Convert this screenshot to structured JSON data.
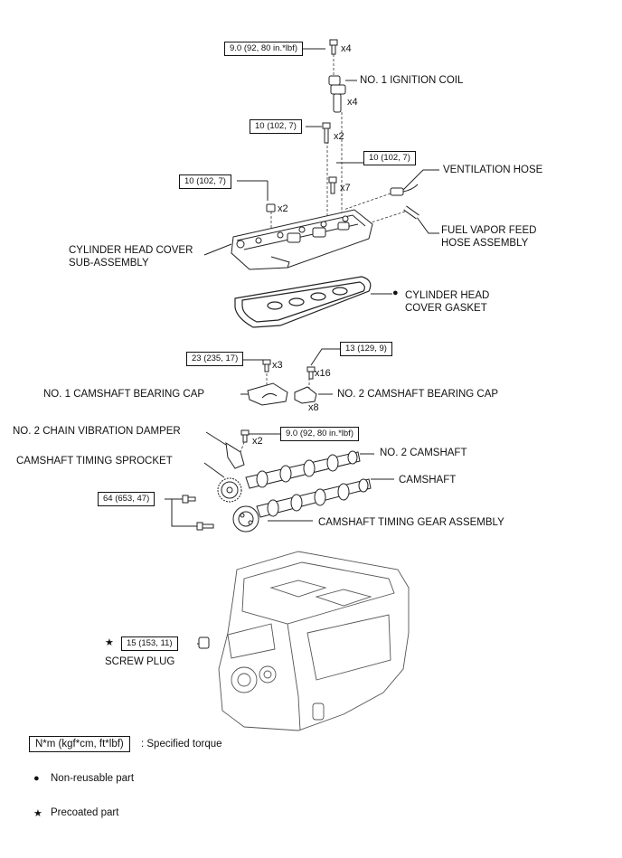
{
  "parts": {
    "ignition_coil": "NO. 1 IGNITION COIL",
    "ventilation_hose": "VENTILATION HOSE",
    "fuel_vapor_hose": "FUEL VAPOR FEED\nHOSE ASSEMBLY",
    "cylinder_head_cover": "CYLINDER HEAD COVER\nSUB-ASSEMBLY",
    "cover_gasket": "CYLINDER HEAD\nCOVER GASKET",
    "bearing_cap_1": "NO. 1 CAMSHAFT BEARING CAP",
    "bearing_cap_2": "NO. 2 CAMSHAFT BEARING CAP",
    "chain_damper": "NO. 2 CHAIN VIBRATION DAMPER",
    "no2_camshaft": "NO. 2 CAMSHAFT",
    "timing_sprocket": "CAMSHAFT TIMING SPROCKET",
    "camshaft": "CAMSHAFT",
    "timing_gear": "CAMSHAFT TIMING GEAR ASSEMBLY",
    "screw_plug": "SCREW PLUG"
  },
  "torques": {
    "coil_bolt": "9.0 (92, 80 in.*lbf)",
    "cover_stud": "10 (102, 7)",
    "cover_bolt": "10 (102, 7)",
    "cover_nut": "10 (102, 7)",
    "cap1_bolt": "23 (235, 17)",
    "cap2_bolt": "13 (129, 9)",
    "damper_bolt": "9.0 (92, 80 in.*lbf)",
    "gear_bolt": "64 (653, 47)",
    "screw_plug": "15 (153, 11)"
  },
  "quantities": {
    "coil_bolt": "x4",
    "coil": "x4",
    "cover_stud": "x2",
    "cover_bolt": "x7",
    "cover_nut": "x2",
    "cap1_bolt": "x3",
    "cap2_bolt": "x16",
    "cap2": "x8",
    "damper_bolt": "x2"
  },
  "symbols": {
    "non_reusable": "●",
    "precoated": "★"
  },
  "legend": {
    "torque_unit": "N*m (kgf*cm, ft*lbf)",
    "torque_desc": ": Specified torque",
    "non_reusable": "Non-reusable part",
    "precoated": "Precoated part"
  }
}
